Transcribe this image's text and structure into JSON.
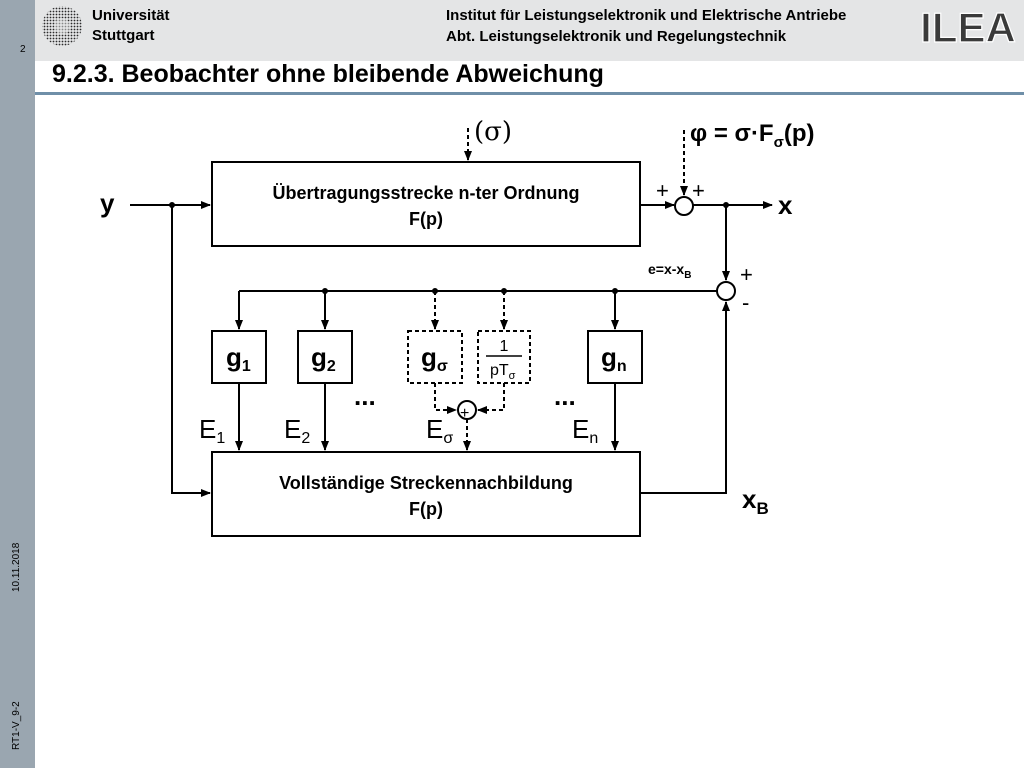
{
  "header": {
    "university_line1": "Universität",
    "university_line2": "Stuttgart",
    "institute_line1": "Institut für Leistungselektronik und Elektrische Antriebe",
    "institute_line2": "Abt. Leistungselektronik und Regelungstechnik",
    "logo_text": "ILEA",
    "page_number": "2"
  },
  "slide": {
    "title": "9.2.3. Beobachter ohne bleibende Abweichung"
  },
  "footer": {
    "date": "10.11.2018",
    "slide_code": "RT1-V_9-2"
  },
  "diagram": {
    "sigma_input": "(σ)",
    "disturbance_label_main": "φ = σ·F",
    "disturbance_sub": "σ",
    "disturbance_tail": "(p)",
    "input_label": "y",
    "output_label": "x",
    "plant_block_line1": "Übertragungsstrecke n-ter Ordnung",
    "plant_block_line2": "F(p)",
    "sum1_plus_left": "+",
    "sum1_plus_top": "+",
    "error_label_main": "e=x-x",
    "error_label_sub": "B",
    "sum2_plus": "+",
    "sum2_minus": "-",
    "gains": [
      {
        "main": "g",
        "sub": "1"
      },
      {
        "main": "g",
        "sub": "2"
      },
      {
        "main": "g",
        "sub": "σ"
      },
      {
        "main": "g",
        "sub": "n"
      }
    ],
    "integrator_num": "1",
    "integrator_den_main": "pT",
    "integrator_den_sub": "σ",
    "ellipsis": "...",
    "sum3_plus": "+",
    "inputs": [
      {
        "main": "E",
        "sub": "1"
      },
      {
        "main": "E",
        "sub": "2"
      },
      {
        "main": "E",
        "sub": "σ"
      },
      {
        "main": "E",
        "sub": "n"
      }
    ],
    "model_block_line1": "Vollständige Streckennachbildung",
    "model_block_line2": "F(p)",
    "observer_output_main": "x",
    "observer_output_sub": "B"
  }
}
